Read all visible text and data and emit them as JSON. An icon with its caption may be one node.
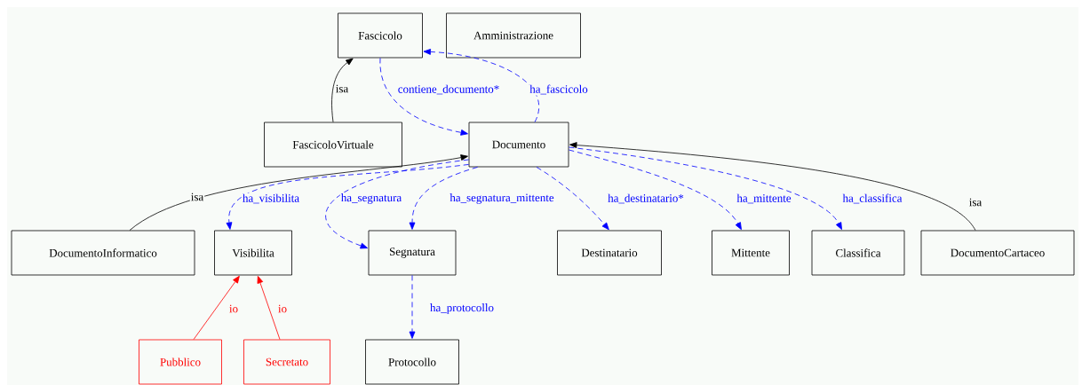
{
  "diagram": {
    "nodes": [
      {
        "text": [
          "Fascicolo"
        ]
      },
      {
        "text": [
          "Amministrazione"
        ]
      },
      {
        "text": [
          "FascicoloVirtuale"
        ]
      },
      {
        "text": [
          "Documento"
        ]
      },
      {
        "text": [
          "DocumentoInformatico"
        ]
      },
      {
        "text": [
          "Visibilita"
        ]
      },
      {
        "text": [
          "Segnatura"
        ]
      },
      {
        "text": [
          "Destinatario"
        ]
      },
      {
        "text": [
          "Mittente"
        ]
      },
      {
        "text": [
          "Classifica"
        ]
      },
      {
        "text": [
          "DocumentoCartaceo"
        ]
      },
      {
        "text": [
          "Pubblico"
        ]
      },
      {
        "text": [
          "Secretato"
        ]
      },
      {
        "text": [
          "Protocollo"
        ]
      }
    ],
    "edges": [
      {
        "from": 2,
        "to": 0,
        "arrow": "to",
        "label": "isa",
        "color": "#000000"
      },
      {
        "from": 0,
        "to": 3,
        "arrow": "to",
        "label": "contiene_documento*",
        "style": "dashed",
        "color": "#0000ff"
      },
      {
        "from": 3,
        "to": 0,
        "arrow": "to",
        "label": "ha_fascicolo",
        "style": "dashed",
        "color": "#0000ff"
      },
      {
        "from": 4,
        "to": 3,
        "arrow": "to",
        "label": "isa",
        "color": "#000000"
      },
      {
        "from": 3,
        "to": 5,
        "arrow": "to",
        "label": "ha_visibilita",
        "style": "dashed",
        "color": "#0000ff"
      },
      {
        "from": 3,
        "to": 6,
        "arrow": "to",
        "label": "ha_segnatura",
        "style": "dashed",
        "color": "#0000ff"
      },
      {
        "from": 3,
        "to": 6,
        "arrow": "to",
        "label": "ha_segnatura_mittente",
        "style": "dashed",
        "color": "#0000ff"
      },
      {
        "from": 3,
        "to": 7,
        "arrow": "to",
        "label": "ha_destinatario*",
        "style": "dashed",
        "color": "#0000ff"
      },
      {
        "from": 3,
        "to": 8,
        "arrow": "to",
        "label": "ha_mittente",
        "style": "dashed",
        "color": "#0000ff"
      },
      {
        "from": 3,
        "to": 9,
        "arrow": "to",
        "label": "ha_classifica",
        "style": "dashed",
        "color": "#0000ff"
      },
      {
        "from": 10,
        "to": 3,
        "arrow": "to",
        "label": "isa",
        "color": "#000000"
      },
      {
        "from": 11,
        "to": 5,
        "arrow": "to",
        "label": "io",
        "color": "#ff0000"
      },
      {
        "from": 12,
        "to": 5,
        "arrow": "to",
        "label": "io",
        "color": "#ff0000"
      },
      {
        "from": 6,
        "to": 13,
        "arrow": "to",
        "label": "ha_protocollo",
        "style": "dashed",
        "color": "#0000ff"
      }
    ]
  }
}
